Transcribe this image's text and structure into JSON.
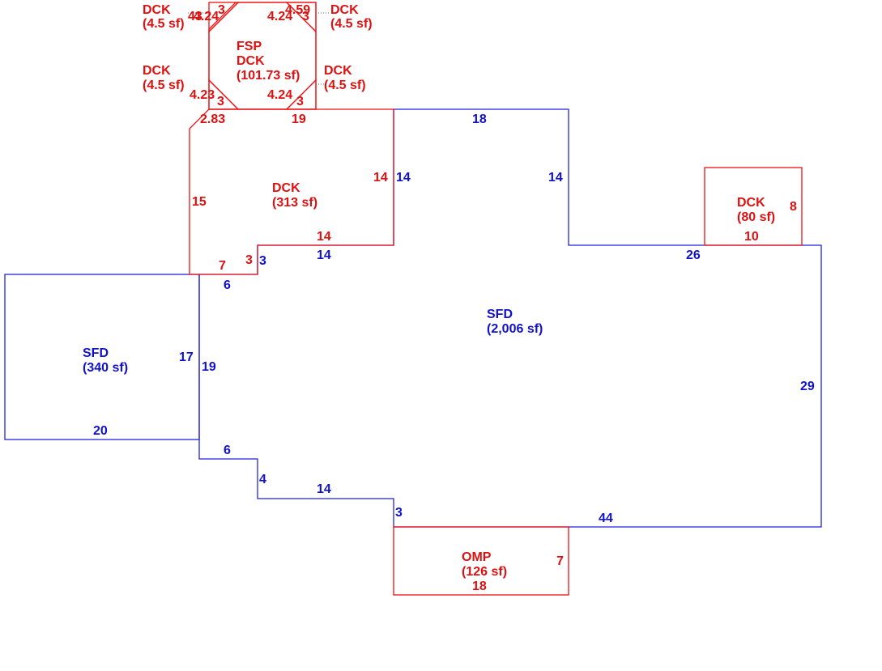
{
  "colors": {
    "sfd": "#1111cc",
    "deck": "#dd1111"
  },
  "areas": {
    "sfd_main": {
      "code": "SFD",
      "area": "(2,006 sf)"
    },
    "sfd_left": {
      "code": "SFD",
      "area": "(340 sf)"
    },
    "dck_main": {
      "code": "DCK",
      "area": "(313 sf)"
    },
    "dck_right": {
      "code": "DCK",
      "area": "(80 sf)"
    },
    "omp": {
      "code": "OMP",
      "area": "(126 sf)"
    },
    "fsp": {
      "code1": "FSP",
      "code2": "DCK",
      "area": "(101.73 sf)"
    },
    "dck_small_tl": {
      "code": "DCK",
      "area": "(4.5 sf)"
    },
    "dck_small_tr": {
      "code": "DCK",
      "area": "(4.5 sf)"
    },
    "dck_small_bl": {
      "code": "DCK",
      "area": "(4.5 sf)"
    },
    "dck_small_br": {
      "code": "DCK",
      "area": "(4.5 sf)"
    }
  },
  "dims_blue": {
    "top_18": "18",
    "right_14": "14",
    "mid_14": "14",
    "step_3": "3",
    "step_14": "14",
    "step_6": "6",
    "left_17": "17",
    "left_19": "19",
    "left_20": "20",
    "low_6": "6",
    "low_4": "4",
    "low_14": "14",
    "low_3": "3",
    "bottom_44": "44",
    "right_29": "29",
    "right_26": "26"
  },
  "dims_red": {
    "deck_19": "19",
    "deck_2_83": "2.83",
    "deck_15": "15",
    "deck_14_right": "14",
    "deck_14_step": "14",
    "deck_3": "3",
    "deck_7": "7",
    "dck80_8": "8",
    "dck80_10": "10",
    "omp_7": "7",
    "omp_18": "18",
    "oct_tl_3": "3",
    "oct_tl_424": "4.24",
    "oct_tl_43": "43",
    "oct_tr_424": "4.24",
    "oct_tr_459": "4.59",
    "oct_tr_3": "3",
    "oct_bl_423": "4.23",
    "oct_bl_3": "3",
    "oct_br_424": "4.24",
    "oct_br_3": "3"
  }
}
